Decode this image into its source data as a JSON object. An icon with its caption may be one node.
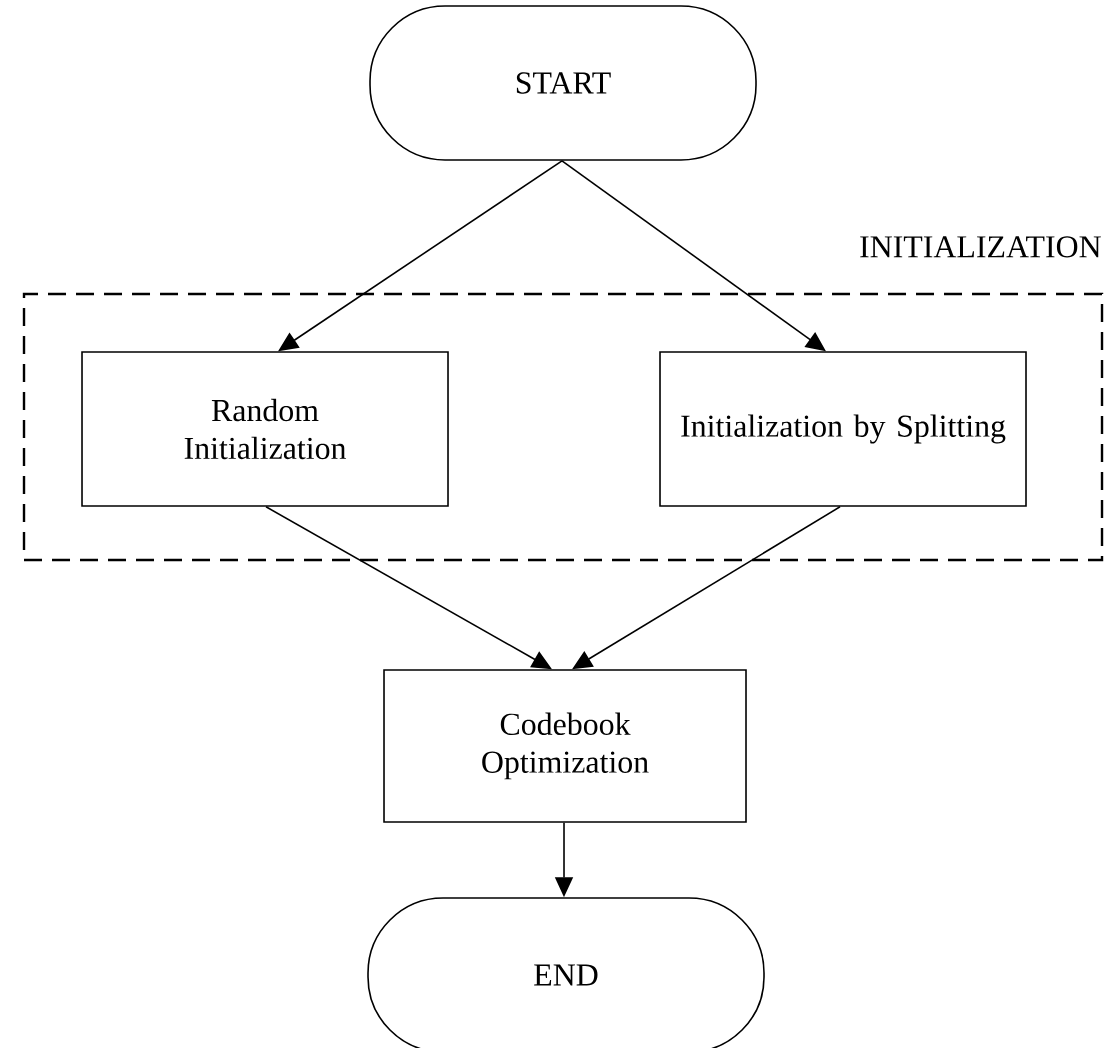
{
  "diagram": {
    "nodes": [
      {
        "text": [
          "START"
        ]
      },
      {
        "text": [
          "INITIALIZATION"
        ]
      },
      {
        "text": [
          "Random Initialization"
        ],
        "in": 1
      },
      {
        "text": [
          "Initialization by Splitting"
        ],
        "in": 1
      },
      {
        "text": [
          "Codebook Optimization"
        ]
      },
      {
        "text": [
          "END"
        ]
      }
    ],
    "edges": [
      {
        "from": 0,
        "to": 2,
        "arrow": "to"
      },
      {
        "from": 0,
        "to": 3,
        "arrow": "to"
      },
      {
        "from": 2,
        "to": 4,
        "arrow": "to"
      },
      {
        "from": 3,
        "to": 4,
        "arrow": "to"
      },
      {
        "from": 4,
        "to": 5,
        "arrow": "to"
      }
    ]
  }
}
